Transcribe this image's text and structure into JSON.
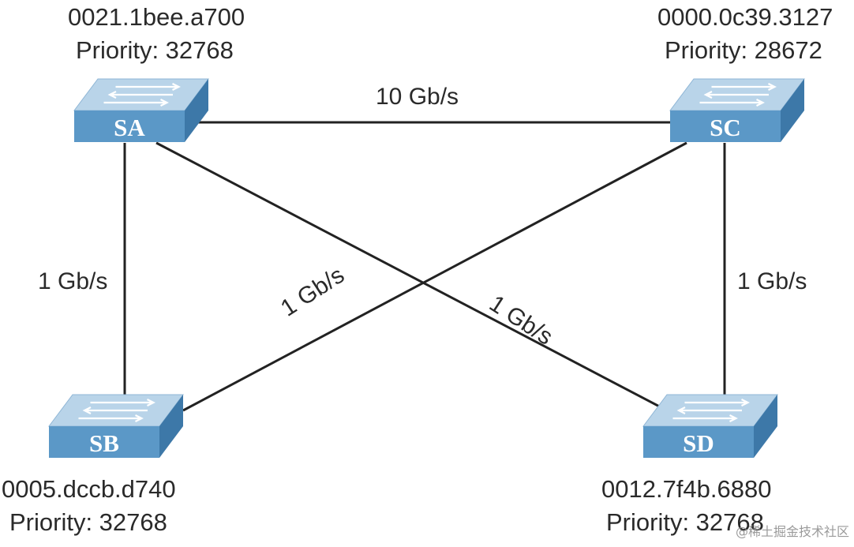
{
  "switches": [
    {
      "id": "SA",
      "label": "SA",
      "mac": "0021.1bee.a700",
      "priority": "Priority: 32768"
    },
    {
      "id": "SC",
      "label": "SC",
      "mac": "0000.0c39.3127",
      "priority": "Priority: 28672"
    },
    {
      "id": "SB",
      "label": "SB",
      "mac": "0005.dccb.d740",
      "priority": "Priority: 32768"
    },
    {
      "id": "SD",
      "label": "SD",
      "mac": "0012.7f4b.6880",
      "priority": "Priority: 32768"
    }
  ],
  "links": [
    {
      "from": "SA",
      "to": "SC",
      "speed": "10 Gb/s"
    },
    {
      "from": "SA",
      "to": "SB",
      "speed": "1 Gb/s"
    },
    {
      "from": "SC",
      "to": "SD",
      "speed": "1 Gb/s"
    },
    {
      "from": "SC",
      "to": "SB",
      "speed": "1 Gb/s"
    },
    {
      "from": "SA",
      "to": "SD",
      "speed": "1 Gb/s"
    }
  ],
  "colors": {
    "switch_top": "#b9d4e9",
    "switch_front": "#5b98c7",
    "switch_side": "#3d78a8",
    "switch_label": "#ffffff",
    "line": "#222222",
    "text": "#2a2a2a"
  },
  "watermark": "@稀土掘金技术社区"
}
